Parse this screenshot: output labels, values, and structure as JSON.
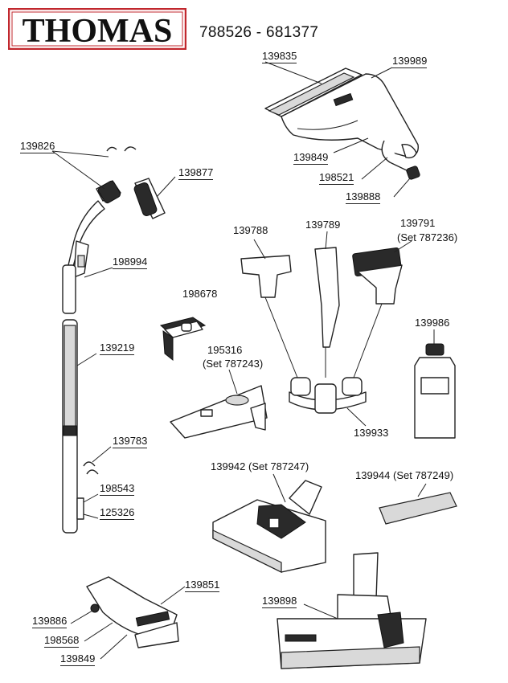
{
  "brand": {
    "logo_text": "THOMAS",
    "colors": {
      "logo_red": "#c1272d",
      "logo_black": "#111111"
    }
  },
  "model_numbers": "788526 - 681377",
  "labels": {
    "p139835": "139835",
    "p139989": "139989",
    "p139849_top": "139849",
    "p198521": "198521",
    "p139888": "139888",
    "p139826": "139826",
    "p139877": "139877",
    "p198994": "198994",
    "p139788": "139788",
    "p139789": "139789",
    "p139791": "139791",
    "p139791_set": "(Set 787236)",
    "p198678": "198678",
    "p139986": "139986",
    "p139219": "139219",
    "p195316": "195316",
    "p195316_set": "(Set 787243)",
    "p139933": "139933",
    "p139783": "139783",
    "p139942": "139942 (Set 787247)",
    "p139944": "139944 (Set 787249)",
    "p198543": "198543",
    "p125326": "125326",
    "p139851": "139851",
    "p139898": "139898",
    "p139886": "139886",
    "p198568": "198568",
    "p139849_bottom": "139849"
  }
}
